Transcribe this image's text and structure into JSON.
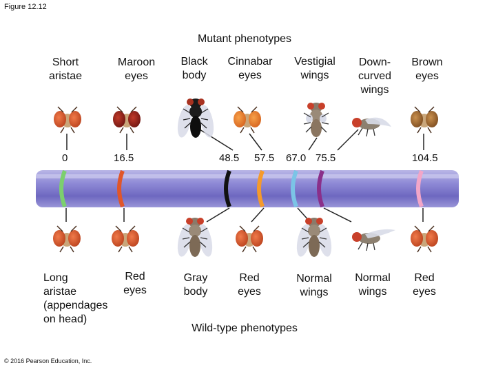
{
  "figure_label": "Figure 12.12",
  "mutant_heading": "Mutant phenotypes",
  "wildtype_heading": "Wild-type phenotypes",
  "copyright": "© 2016 Pearson Education, Inc.",
  "mutant_labels": {
    "short_aristae": "Short\naristae",
    "maroon_eyes": "Maroon\neyes",
    "black_body": "Black\nbody",
    "cinnabar_eyes": "Cinnabar\neyes",
    "vestigial_wings": "Vestigial\nwings",
    "downcurved_wings": "Down-\ncurved\nwings",
    "brown_eyes": "Brown\neyes"
  },
  "wildtype_labels": {
    "long_aristae": "Long\naristae\n(appendages\non head)",
    "red_eyes_1": "Red\neyes",
    "gray_body": "Gray\nbody",
    "red_eyes_2": "Red\neyes",
    "normal_wings_1": "Normal\nwings",
    "normal_wings_2": "Normal\nwings",
    "red_eyes_3": "Red\neyes"
  },
  "positions": {
    "p0": "0",
    "p16": "16.5",
    "p48": "48.5",
    "p57": "57.5",
    "p67": "67.0",
    "p75": "75.5",
    "p104": "104.5"
  },
  "band_colors": {
    "short_aristae": "#7ccf6e",
    "maroon_eyes": "#e0562a",
    "black_body": "#111111",
    "cinnabar_eyes": "#f59a2c",
    "vestigial_wings": "#7bc4e6",
    "downcurved_wings": "#8a2f8a",
    "brown_eyes": "#f2a6c8"
  }
}
